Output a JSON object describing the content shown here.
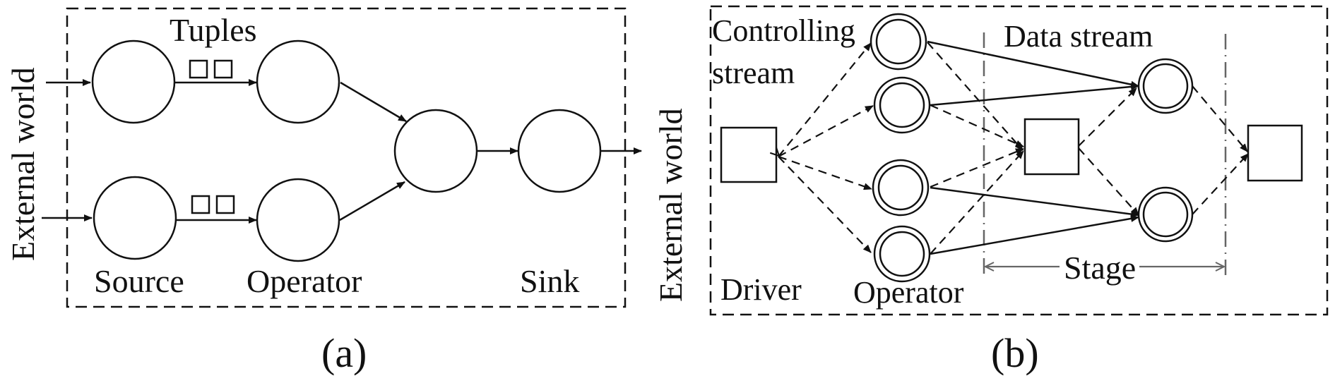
{
  "panel_a": {
    "caption": "(a)",
    "external_in_label": "External world",
    "external_out_label": "External world",
    "tuples_label": "Tuples",
    "labels": {
      "source": "Source",
      "operator": "Operator",
      "sink": "Sink"
    }
  },
  "panel_b": {
    "caption": "(b)",
    "controlling_stream_line1": "Controlling",
    "controlling_stream_line2": "stream",
    "data_stream_label": "Data stream",
    "driver_label": "Driver",
    "operator_label": "Operator",
    "stage_label": "Stage"
  },
  "colors": {
    "stroke": "#111111",
    "stage_guide": "#666666"
  }
}
